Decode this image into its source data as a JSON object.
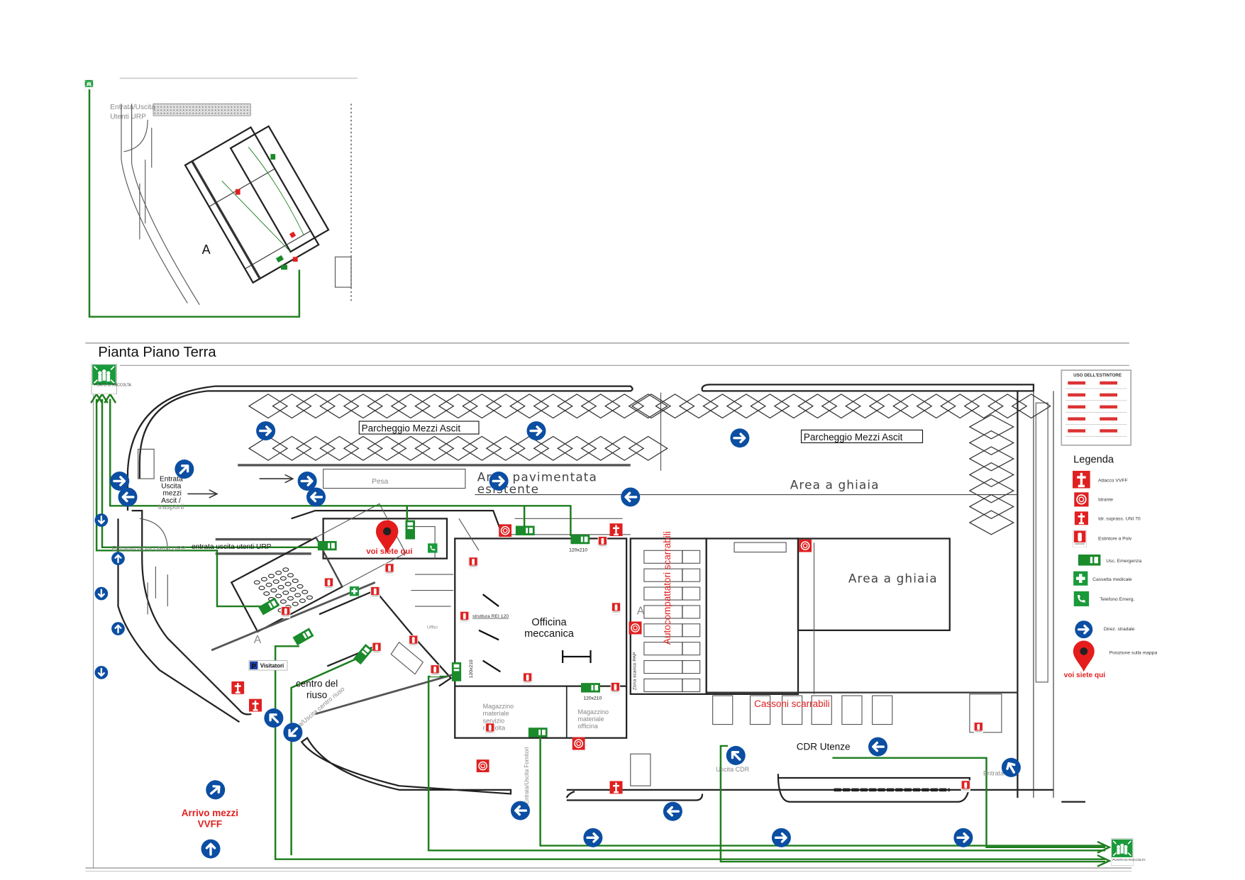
{
  "inset": {
    "label_line1": "Entrata/Uscita",
    "label_line2": "Utenti URP",
    "section_marker": "A"
  },
  "plan": {
    "title": "Pianta Piano Terra",
    "assembly_point": "PUNTO DI RACCOLTA",
    "parking_1": "Parcheggio Mezzi Ascit",
    "parking_2": "Parcheggio Mezzi Ascit",
    "area_paved_1": "Area pavimentata",
    "area_paved_2": "esistente",
    "gravel_1": "Area a ghiaia",
    "gravel_2": "Area a ghiaia",
    "weighbridge": "Pesa",
    "entry_trucks": [
      "Entrata",
      "Uscita",
      "mezzi",
      "Ascit /",
      "trasporti"
    ],
    "entry_urp": "entrata uscita utenti URP",
    "entry_urp_grey": "Entrata/Uscita Utenti URP",
    "you_are_here": "voi siete qui",
    "workshop_1": "Officina",
    "workshop_2": "meccanica",
    "structure_rei": "struttura REI 120",
    "reuse_1": "centro del",
    "reuse_2": "riuso",
    "reuse_entry": "Entrata/Uscita centro riuso",
    "visitors": "Visitatori",
    "parking_sign": "P",
    "compactors": "Autocompattatori scarrabili",
    "unload_zone": "Zona scarico PAP",
    "skips": "Cassoni scarrabili",
    "cdr_users": "CDR Utenze",
    "cdr_exit": "Uscita CDR",
    "cdr_entry": "Entrata CDR",
    "suppliers": "Entrata/Uscita Fornitori",
    "warehouse_collection": [
      "Magazzino",
      "materiale",
      "servizio",
      "raccolta"
    ],
    "warehouse_workshop": [
      "Magazzino",
      "materiale",
      "officina"
    ],
    "door_size": "120x210",
    "fire_arrival_1": "Arrivo mezzi",
    "fire_arrival_2": "VVFF",
    "section_marker": "A",
    "offices": "Uffici"
  },
  "extinguisher_card": {
    "title": "USO DELL'ESTINTORE"
  },
  "legend": {
    "title": "Legenda",
    "items": [
      {
        "icon": "fire-brigade-connection-icon",
        "label": "Attacco VVFF"
      },
      {
        "icon": "hydrant-icon",
        "label": "Idrante"
      },
      {
        "icon": "hydrant-uni70-icon",
        "label": "Idr. soprass. UNI 70"
      },
      {
        "icon": "extinguisher-icon",
        "label": "Estintore a Polv"
      },
      {
        "icon": "emergency-exit-icon",
        "label": "Usc. Emergenza"
      },
      {
        "icon": "first-aid-icon",
        "label": "Cassetta medicale"
      },
      {
        "icon": "emergency-phone-icon",
        "label": "Telefono Emerg."
      },
      {
        "icon": "road-direction-icon",
        "label": "Direz. stradale"
      },
      {
        "icon": "location-pin-icon",
        "label": "Posizione sulla mappa"
      }
    ],
    "you_are_here": "voi siete qui"
  },
  "colors": {
    "route_green": "#1e7d1e",
    "sign_blue": "#0b4ea2",
    "fire_red": "#e02020",
    "safety_green": "#1a9a3a"
  }
}
